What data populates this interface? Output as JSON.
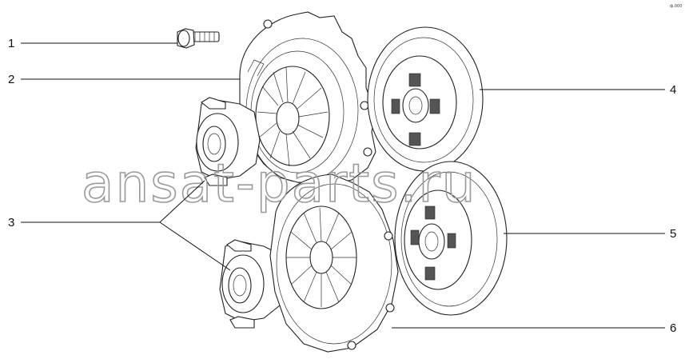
{
  "diagram": {
    "callouts": [
      "1",
      "2",
      "3",
      "4",
      "5",
      "6"
    ],
    "watermark": "ansat-parts.ru",
    "corner_code": "ф.000"
  }
}
